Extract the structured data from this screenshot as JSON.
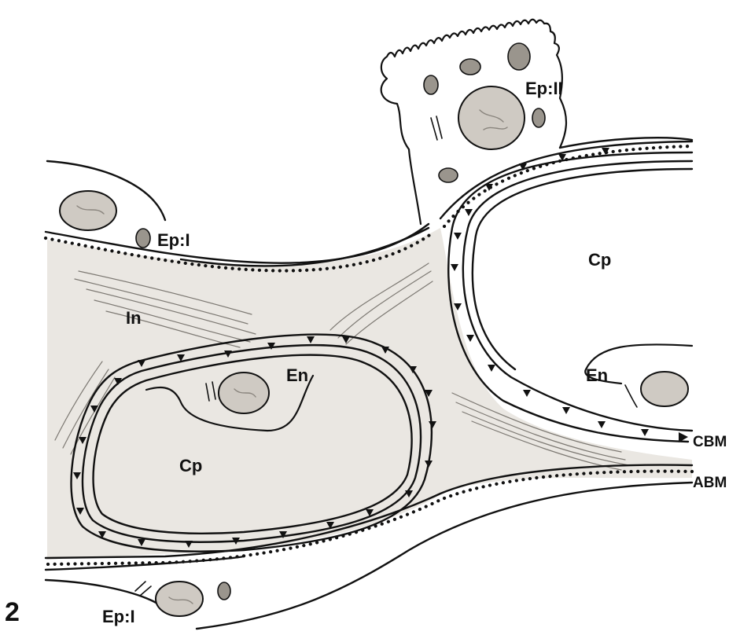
{
  "figure": {
    "number": "2",
    "labels": {
      "ep_ii": "Ep:II",
      "ep_i_upper": "Ep:I",
      "ep_i_lower": "Ep:I",
      "in": "In",
      "cp_left": "Cp",
      "cp_right": "Cp",
      "en_left": "En",
      "en_right": "En",
      "cbm": "CBM",
      "abm": "ABM"
    }
  },
  "colors": {
    "ink": "#111111",
    "interstitium": "#eae7e2",
    "nucleus": "#cfcac3",
    "fibers": "#7d7973"
  }
}
